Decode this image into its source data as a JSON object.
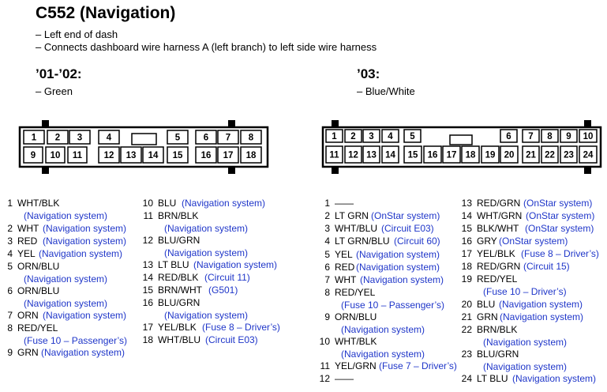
{
  "header": {
    "title": "C552 (Navigation)",
    "notes": [
      "– Left end of dash",
      "– Connects dashboard wire harness A (left branch) to left side wire harness"
    ]
  },
  "conn01": {
    "heading": "’01-’02:",
    "color": "– Green",
    "top_row": [
      "1",
      "2",
      "3",
      "4",
      "5",
      "6",
      "7",
      "8"
    ],
    "bottom_row": [
      "9",
      "10",
      "11",
      "12",
      "13",
      "14",
      "15",
      "16",
      "17",
      "18"
    ],
    "pins": [
      {
        "num": "1",
        "name": "WHT/BLK",
        "desc": "(Navigation system)"
      },
      {
        "num": "2",
        "name": "WHT",
        "desc": "(Navigation system)"
      },
      {
        "num": "3",
        "name": "RED",
        "desc": "(Navigation system)"
      },
      {
        "num": "4",
        "name": "YEL",
        "desc": "(Navigation system)"
      },
      {
        "num": "5",
        "name": "ORN/BLU",
        "desc": "(Navigation system)"
      },
      {
        "num": "6",
        "name": "ORN/BLU",
        "desc": "(Navigation system)"
      },
      {
        "num": "7",
        "name": "ORN",
        "desc": "(Navigation system)"
      },
      {
        "num": "8",
        "name": "RED/YEL",
        "desc": "(Fuse 10 – Passenger’s)"
      },
      {
        "num": "9",
        "name": "GRN",
        "desc": "(Navigation system)"
      },
      {
        "num": "10",
        "name": "BLU",
        "desc": "(Navigation system)"
      },
      {
        "num": "11",
        "name": "BRN/BLK",
        "desc": "(Navigation system)"
      },
      {
        "num": "12",
        "name": "BLU/GRN",
        "desc": "(Navigation system)"
      },
      {
        "num": "13",
        "name": "LT BLU",
        "desc": "(Navigation system)"
      },
      {
        "num": "14",
        "name": "RED/BLK",
        "desc": "(Circuit 11)"
      },
      {
        "num": "15",
        "name": "BRN/WHT",
        "desc": "(G501)"
      },
      {
        "num": "16",
        "name": "BLU/GRN",
        "desc": "(Navigation system)"
      },
      {
        "num": "17",
        "name": "YEL/BLK",
        "desc": "(Fuse 8 – Driver’s)"
      },
      {
        "num": "18",
        "name": "WHT/BLU",
        "desc": "(Circuit E03)"
      }
    ]
  },
  "conn03": {
    "heading": "’03:",
    "color": "– Blue/White",
    "top_row": [
      "1",
      "2",
      "3",
      "4",
      "5",
      "6",
      "7",
      "8",
      "9",
      "10"
    ],
    "bottom_row": [
      "11",
      "12",
      "13",
      "14",
      "15",
      "16",
      "17",
      "18",
      "19",
      "20",
      "21",
      "22",
      "23",
      "24"
    ],
    "pins": [
      {
        "num": "1",
        "name": "——",
        "desc": ""
      },
      {
        "num": "2",
        "name": "LT GRN",
        "desc": "(OnStar system)"
      },
      {
        "num": "3",
        "name": "WHT/BLU",
        "desc": "(Circuit E03)"
      },
      {
        "num": "4",
        "name": "LT GRN/BLU",
        "desc": "(Circuit 60)"
      },
      {
        "num": "5",
        "name": "YEL",
        "desc": "(Navigation system)"
      },
      {
        "num": "6",
        "name": "RED",
        "desc": "(Navigation system)"
      },
      {
        "num": "7",
        "name": "WHT",
        "desc": "(Navigation system)"
      },
      {
        "num": "8",
        "name": "RED/YEL",
        "desc": "(Fuse 10 – Passenger’s)"
      },
      {
        "num": "9",
        "name": "ORN/BLU",
        "desc": "(Navigation system)"
      },
      {
        "num": "10",
        "name": "WHT/BLK",
        "desc": "(Navigation system)"
      },
      {
        "num": "11",
        "name": "YEL/GRN",
        "desc": "(Fuse 7 – Driver’s)"
      },
      {
        "num": "12",
        "name": "——",
        "desc": ""
      },
      {
        "num": "13",
        "name": "RED/GRN",
        "desc": "(OnStar system)"
      },
      {
        "num": "14",
        "name": "WHT/GRN",
        "desc": "(OnStar system)"
      },
      {
        "num": "15",
        "name": "BLK/WHT",
        "desc": "(OnStar system)"
      },
      {
        "num": "16",
        "name": "GRY",
        "desc": "(OnStar system)"
      },
      {
        "num": "17",
        "name": "YEL/BLK",
        "desc": "(Fuse 8 – Driver’s)"
      },
      {
        "num": "18",
        "name": "RED/GRN",
        "desc": "(Circuit 15)"
      },
      {
        "num": "19",
        "name": "RED/YEL",
        "desc": "(Fuse 10 – Driver’s)"
      },
      {
        "num": "20",
        "name": "BLU",
        "desc": "(Navigation system)"
      },
      {
        "num": "21",
        "name": "GRN",
        "desc": "(Navigation system)"
      },
      {
        "num": "22",
        "name": "BRN/BLK",
        "desc": "(Navigation system)"
      },
      {
        "num": "23",
        "name": "BLU/GRN",
        "desc": "(Navigation system)"
      },
      {
        "num": "24",
        "name": "LT BLU",
        "desc": "(Navigation system)"
      }
    ]
  },
  "colors": {
    "text": "#000000",
    "description": "#1f36c9",
    "background": "#ffffff"
  }
}
